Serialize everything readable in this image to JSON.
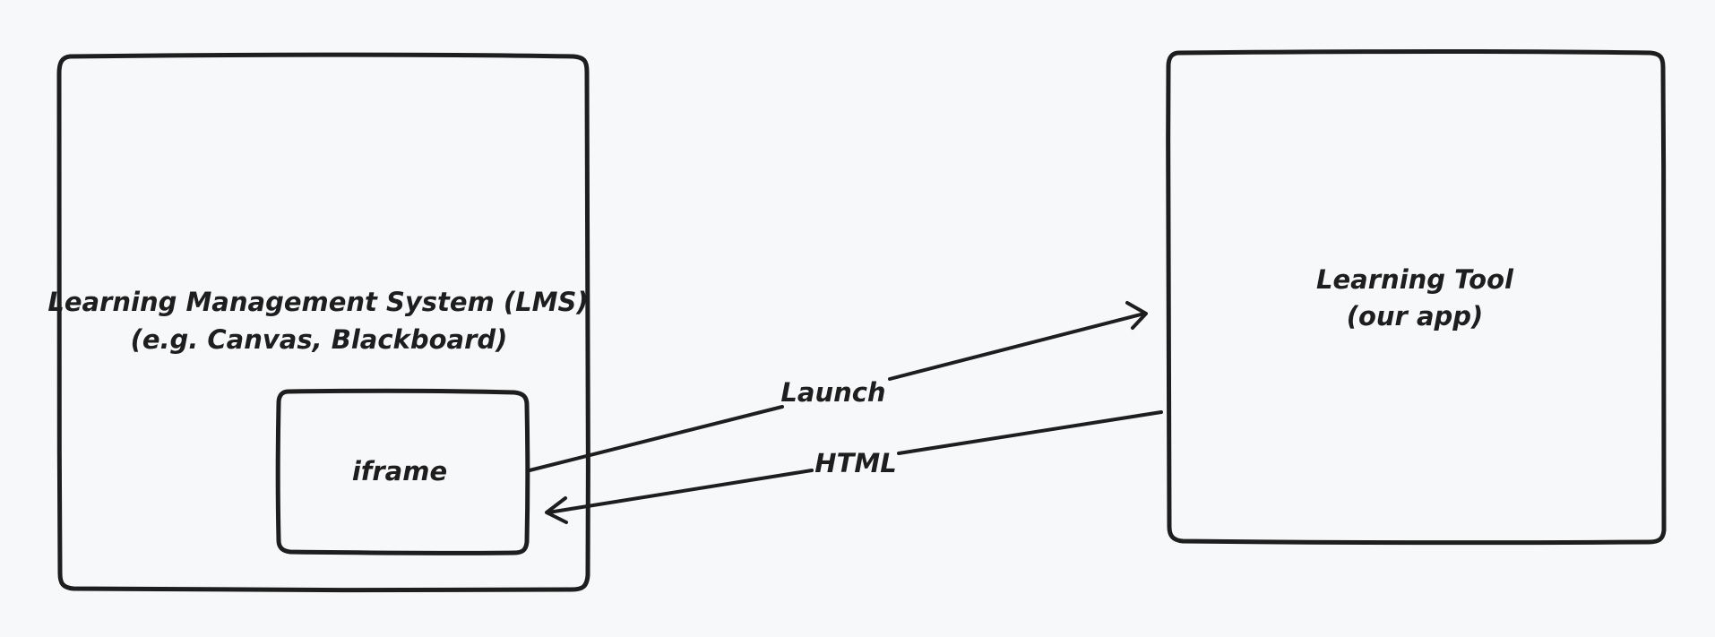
{
  "diagram": {
    "background": "#f7f8fa",
    "stroke_color": "#1e1e1e",
    "nodes": {
      "lms": {
        "line1": "Learning Management System (LMS)",
        "line2": "(e.g. Canvas, Blackboard)"
      },
      "iframe": {
        "label": "iframe"
      },
      "tool": {
        "line1": "Learning Tool",
        "line2": "(our app)"
      }
    },
    "edges": {
      "launch": {
        "from": "iframe",
        "to": "Learning Tool",
        "label": "Launch"
      },
      "html": {
        "from": "Learning Tool",
        "to": "iframe",
        "label": "HTML"
      }
    }
  }
}
